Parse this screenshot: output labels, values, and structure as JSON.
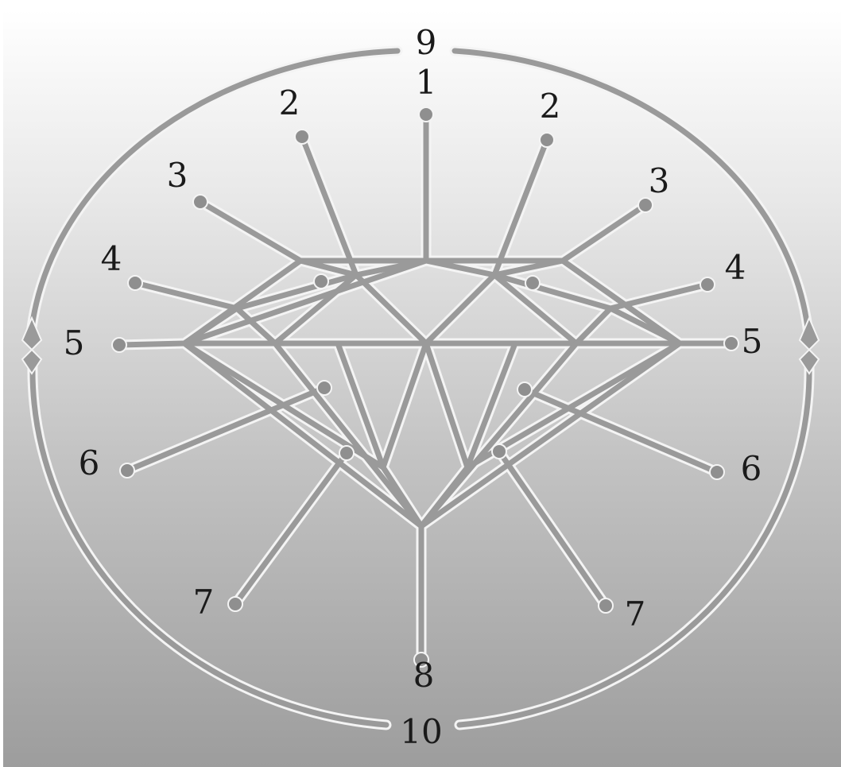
{
  "diagram": {
    "labels": {
      "top": "9",
      "bottom": "10",
      "table": "1",
      "star_left": "2",
      "star_right": "2",
      "upper_main_left": "3",
      "upper_main_right": "3",
      "upper_girdle_left": "4",
      "upper_girdle_right": "4",
      "girdle_left": "5",
      "girdle_right": "5",
      "lower_girdle_left": "6",
      "lower_girdle_right": "6",
      "pavilion_main_left": "7",
      "pavilion_main_right": "7",
      "culet": "8"
    },
    "colors": {
      "line": "#9a9a9a",
      "line_highlight": "#f4f4f4",
      "text": "#1a1a1a",
      "background_top": "#ffffff",
      "background_bottom": "#9d9d9d"
    }
  }
}
